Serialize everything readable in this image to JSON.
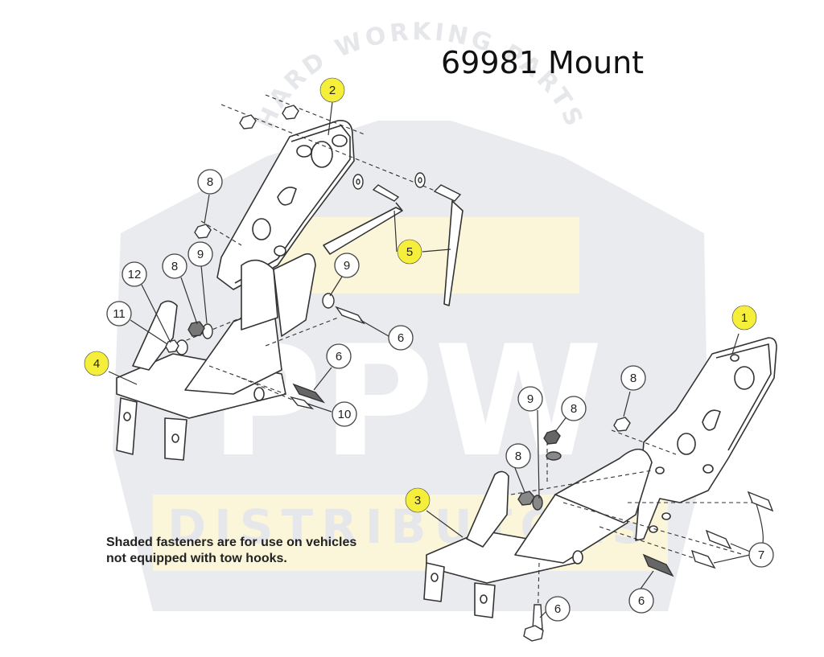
{
  "title": "69981 Mount",
  "note_line1": "Shaded fasteners are for use on vehicles",
  "note_line2": "not equipped with tow hooks.",
  "watermark": {
    "top_text": "HARD WORKING PARTS",
    "logo": "PPW",
    "bottom_text": "DISTRIBUTORS"
  },
  "colors": {
    "highlight": "#f5ef3b",
    "callout_stroke": "#444444",
    "line": "#333333",
    "watermark_gray": "#e9ebee",
    "watermark_yellow": "#fbf6da"
  },
  "callouts": [
    {
      "id": "c2",
      "label": "2",
      "highlight": true
    },
    {
      "id": "c8a",
      "label": "8",
      "highlight": false
    },
    {
      "id": "c5",
      "label": "5",
      "highlight": true
    },
    {
      "id": "c12",
      "label": "12",
      "highlight": false
    },
    {
      "id": "c8b",
      "label": "8",
      "highlight": false
    },
    {
      "id": "c9a",
      "label": "9",
      "highlight": false
    },
    {
      "id": "c9b",
      "label": "9",
      "highlight": false
    },
    {
      "id": "c11",
      "label": "11",
      "highlight": false
    },
    {
      "id": "c6a",
      "label": "6",
      "highlight": false
    },
    {
      "id": "c4",
      "label": "4",
      "highlight": true
    },
    {
      "id": "c6b",
      "label": "6",
      "highlight": false
    },
    {
      "id": "c10",
      "label": "10",
      "highlight": false
    },
    {
      "id": "c1",
      "label": "1",
      "highlight": true
    },
    {
      "id": "c8c",
      "label": "8",
      "highlight": false
    },
    {
      "id": "c9c",
      "label": "9",
      "highlight": false
    },
    {
      "id": "c8d",
      "label": "8",
      "highlight": false
    },
    {
      "id": "c8e",
      "label": "8",
      "highlight": false
    },
    {
      "id": "c3",
      "label": "3",
      "highlight": true
    },
    {
      "id": "c7",
      "label": "7",
      "highlight": false
    },
    {
      "id": "c6c",
      "label": "6",
      "highlight": false
    },
    {
      "id": "c6d",
      "label": "6",
      "highlight": false
    }
  ]
}
